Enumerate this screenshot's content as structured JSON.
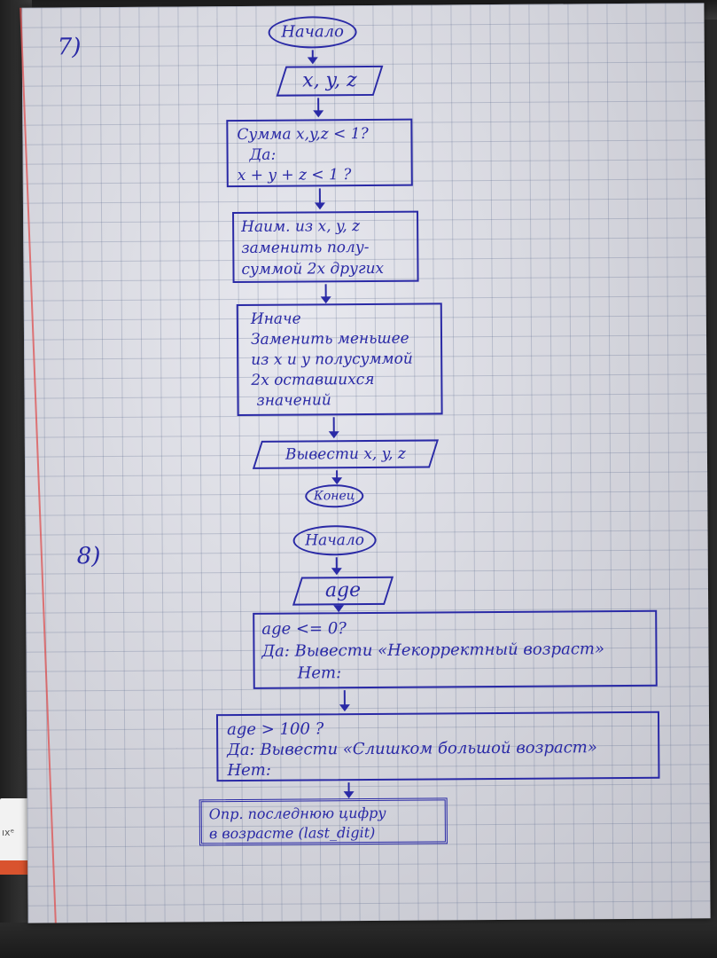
{
  "side_card": {
    "text": "ıxᵉ"
  },
  "section7": {
    "number": "7)",
    "start": "Начало",
    "input": "x, y, z",
    "cond1": [
      "Сумма x,y,z < 1?",
      "Да:",
      "x + y + z < 1 ?"
    ],
    "action1": [
      "Наим. из x, y, z",
      "заменить полу-",
      "суммой 2х других"
    ],
    "else": [
      "Иначе",
      "Заменить меньшее",
      "из x и y полусуммой",
      "2х оставшихся",
      "значений"
    ],
    "output": "Вывести x, y, z",
    "end": "Конец"
  },
  "section8": {
    "number": "8)",
    "start": "Начало",
    "input": "age",
    "cond1": [
      "age <= 0?",
      "Да: Вывести «Некорректный возраст»",
      "Нет:"
    ],
    "cond2": [
      "age > 100 ?",
      "Да: Вывести «Слишком большой возраст»",
      "Нет:"
    ],
    "action": [
      "Опр. последнюю цифру",
      "в возрасте (last_digit)"
    ]
  }
}
